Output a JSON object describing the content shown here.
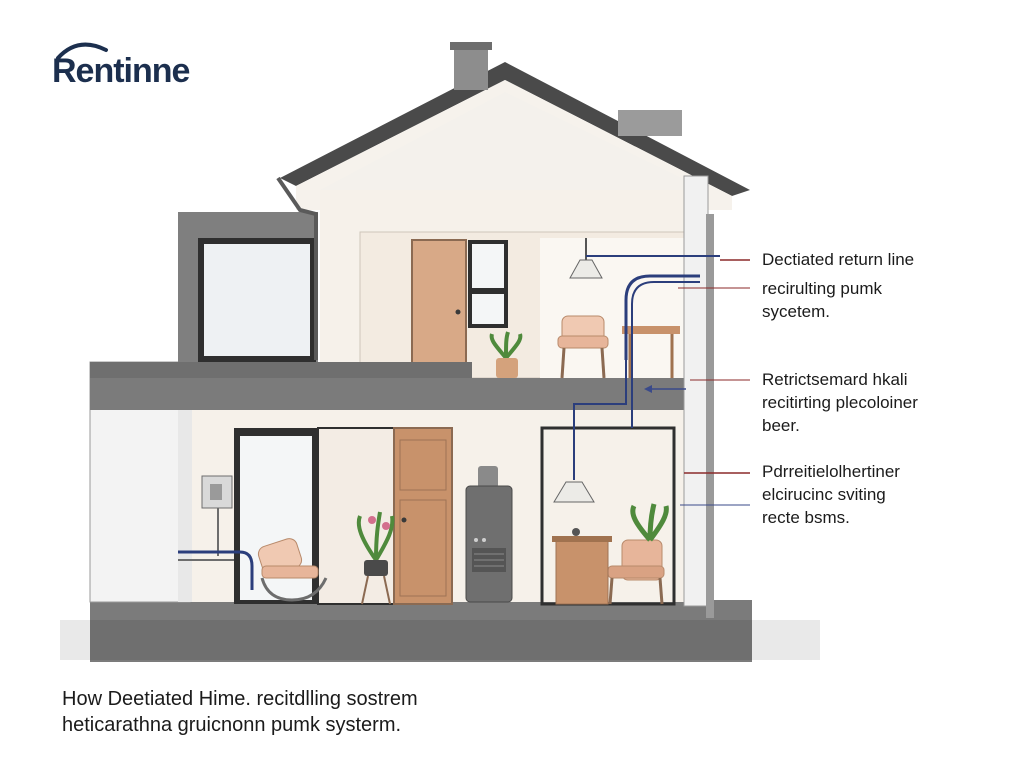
{
  "brand": {
    "logo_text": "Rentinne"
  },
  "callouts": [
    {
      "lines": [
        "Dectiated return line",
        "recirulting pumk",
        "sycetem."
      ],
      "leader_color": "#8b2a2a"
    },
    {
      "lines": [
        "Retrictsemard hkali",
        "recitirting plecoloiner",
        "beer."
      ],
      "leader_color": "#3a4a8a"
    },
    {
      "lines": [
        "Pdrreitielolhertiner",
        "elcirucinc sviting",
        "recte bsms."
      ],
      "leader_color": "#8b2a2a"
    }
  ],
  "caption": {
    "lines": [
      "How  Deetiated Hime. recitdlling sostrem",
      "heticarathna gruicnonn pumk systerm."
    ]
  },
  "colors": {
    "pipe": "#2b3e7c",
    "roof": "#4a4a4a",
    "wall": "#f6f1ea",
    "slab": "#7b7b7b",
    "wood": "#c8926b"
  },
  "icons": [
    "chimney-icon",
    "ceiling-lamp-icon",
    "plant-icon",
    "chair-icon",
    "table-icon",
    "water-heater-icon",
    "control-panel-icon",
    "door-icon",
    "window-icon"
  ]
}
